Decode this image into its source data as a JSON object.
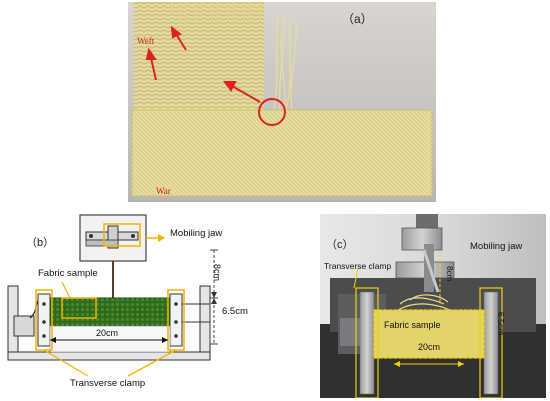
{
  "figure": {
    "panel_a": {
      "label": "（a）",
      "weft_label": "Weft",
      "warp_label": "War"
    },
    "panel_b": {
      "label": "（b）",
      "mobiling_jaw": "Mobiling jaw",
      "fabric_sample": "Fabric sample",
      "dim_vertical": "8cm",
      "dim_height": "6.5cm",
      "dim_width": "20cm",
      "transverse_clamp": "Transverse clamp",
      "sample_color": "#2e6b1f",
      "highlight_color": "#f0b400"
    },
    "panel_c": {
      "label": "（c）",
      "transverse_clamp": "Transverse clamp",
      "mobiling_jaw": "Mobiling jaw",
      "dim_vertical": "8cm",
      "fabric_sample": "Fabric sample",
      "dim_width": "20cm",
      "dim_height": "6.5cm"
    }
  }
}
